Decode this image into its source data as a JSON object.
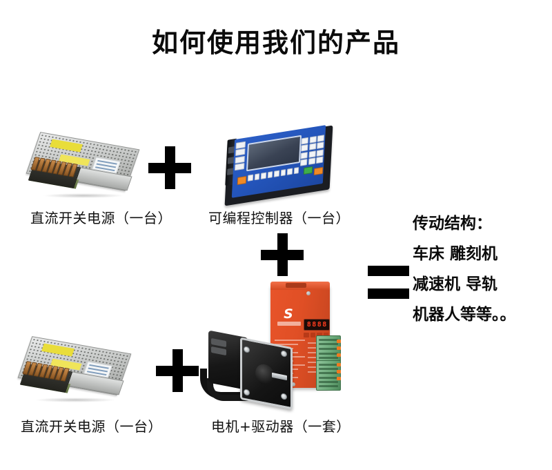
{
  "page": {
    "title": "如何使用我们的产品",
    "background_color": "#ffffff",
    "text_color": "#111111"
  },
  "operators": {
    "plus_top": "+",
    "plus_middle": "+",
    "plus_bottom": "+",
    "equals": "="
  },
  "items": [
    {
      "id": "dc-power-supply-top",
      "caption": "直流开关电源（一台）",
      "image": "dc-switching-power-supply",
      "colors": {
        "case": "#c8cac9",
        "label": "#e9dd3a",
        "terminals": "#8a5522"
      }
    },
    {
      "id": "programmable-controller",
      "caption": "可编程控制器（一台）",
      "image": "programmable-logic-controller",
      "colors": {
        "face": "#2455bb",
        "bezel": "#1b1d22",
        "lcd": "#3a4354",
        "key_green": "#3fae4a",
        "key_orange": "#f08a26"
      }
    },
    {
      "id": "dc-power-supply-bottom",
      "caption": "直流开关电源（一台）",
      "image": "dc-switching-power-supply",
      "colors": {
        "case": "#c8cac9",
        "label": "#e9dd3a",
        "terminals": "#8a5522"
      }
    },
    {
      "id": "motor-and-driver",
      "caption": "电机+驱动器（一套）",
      "image": "stepper-motor-with-driver",
      "colors": {
        "motor": "#151515",
        "motor_flange": "#c9ccce",
        "driver": "#e04f25",
        "terminal_block": "#6aa878",
        "display": "#ff3b1d"
      }
    }
  ],
  "driver": {
    "display_value": "8888",
    "logo_letter": "S",
    "button_count": 4
  },
  "result": {
    "heading": "传动结构：",
    "lines": [
      "车床  雕刻机",
      "减速机  导轨",
      "机器人等等。。"
    ]
  }
}
